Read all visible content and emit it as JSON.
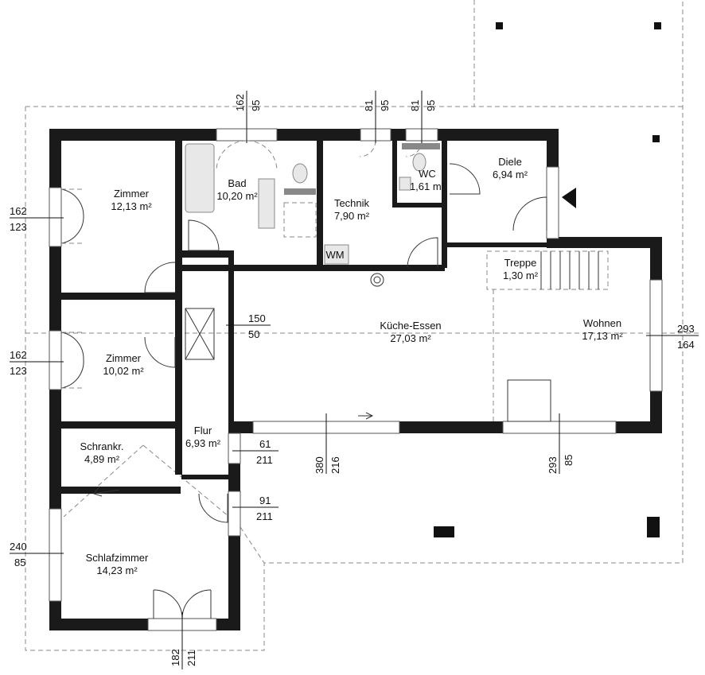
{
  "rooms": [
    {
      "id": "zimmer1",
      "name": "Zimmer",
      "area": "12,13 m²"
    },
    {
      "id": "bad",
      "name": "Bad",
      "area": "10,20 m²"
    },
    {
      "id": "technik",
      "name": "Technik",
      "area": "7,90 m²"
    },
    {
      "id": "wc",
      "name": "WC",
      "area": "1,61 m²"
    },
    {
      "id": "diele",
      "name": "Diele",
      "area": "6,94 m²"
    },
    {
      "id": "treppe",
      "name": "Treppe",
      "area": "1,30 m²"
    },
    {
      "id": "zimmer2",
      "name": "Zimmer",
      "area": "10,02 m²"
    },
    {
      "id": "kueche",
      "name": "Küche-Essen",
      "area": "27,03 m²"
    },
    {
      "id": "wohnen",
      "name": "Wohnen",
      "area": "17,13 m²"
    },
    {
      "id": "schrankr",
      "name": "Schrankr.",
      "area": "4,89 m²"
    },
    {
      "id": "flur",
      "name": "Flur",
      "area": "6,93 m²"
    },
    {
      "id": "schlafzimmer",
      "name": "Schlafzimmer",
      "area": "14,23 m²"
    }
  ],
  "labels": {
    "wm": "WM"
  },
  "dimensions": {
    "bad_top": [
      "162",
      "95"
    ],
    "technik_top": [
      "81",
      "95"
    ],
    "wc_top": [
      "81",
      "95"
    ],
    "zimmer1_left": [
      "162",
      "123"
    ],
    "zimmer2_left": [
      "162",
      "123"
    ],
    "schlaf_left": [
      "240",
      "85"
    ],
    "flur_window": [
      "150",
      "50"
    ],
    "wohnen_right": [
      "293",
      "164"
    ],
    "flur_door1": [
      "61",
      "211"
    ],
    "flur_door2": [
      "91",
      "211"
    ],
    "kueche_bottom": [
      "380",
      "216"
    ],
    "wohnen_bottom": [
      "293",
      "85"
    ],
    "schlaf_bottom": [
      "182",
      "211"
    ]
  }
}
